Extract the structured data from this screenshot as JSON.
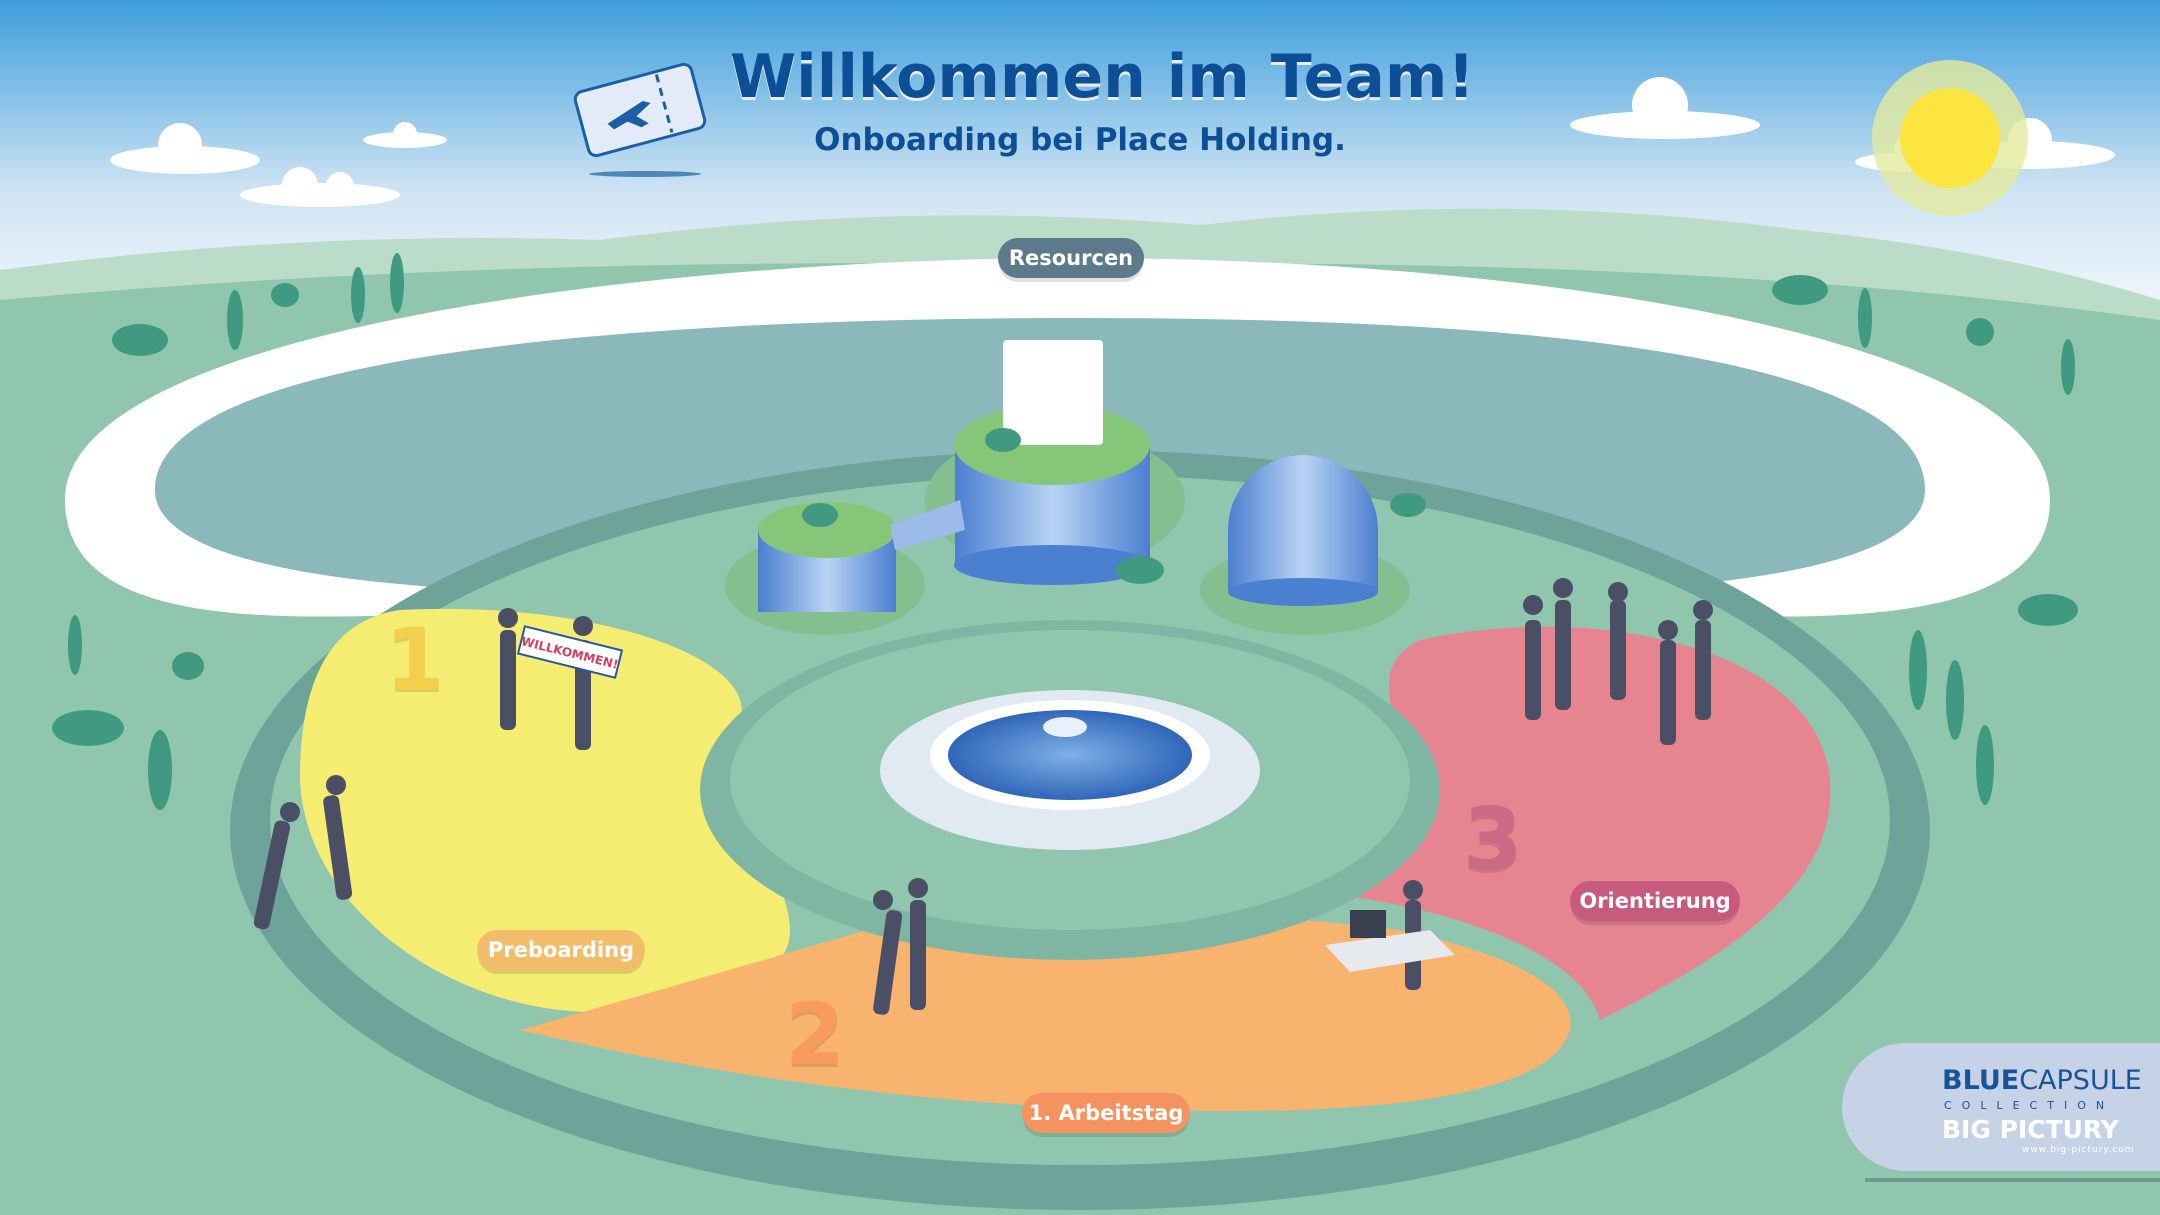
{
  "header": {
    "title": "Willkommen im Team!",
    "subtitle": "Onboarding bei Place Holding."
  },
  "areas": {
    "resources": "Resourcen",
    "preboarding": "Preboarding",
    "first_day": "1. Arbeitstag",
    "orientation": "Orientierung"
  },
  "steps": {
    "one": "1",
    "two": "2",
    "three": "3"
  },
  "scene_text": {
    "banner": "WILLKOMMEN!"
  },
  "logo": {
    "brand_bold": "BLUE",
    "brand_light": "CAPSULE",
    "collection": "COLLECTION",
    "company": "BIG PICTURY",
    "url": "www.big-pictury.com"
  },
  "colors": {
    "title": "#0d4f96",
    "preboarding": "#f5ec72",
    "first_day": "#f8b36f",
    "orientation": "#e6848f",
    "lake": "#8ab8bb"
  }
}
